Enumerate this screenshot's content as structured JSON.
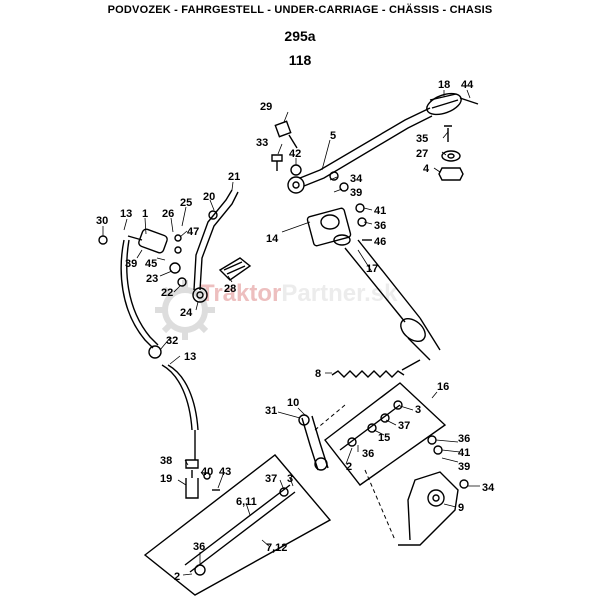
{
  "header": {
    "title": "PODVOZEK - FAHRGESTELL - UNDER-CARRIAGE - CHÄSSIS - CHASIS"
  },
  "codes": {
    "group": "295a",
    "page": "118"
  },
  "watermark": {
    "part1": "Traktor",
    "part2": "Partner.sk"
  },
  "labels": {
    "l18": "18",
    "l44": "44",
    "l29": "29",
    "l5": "5",
    "l33": "33",
    "l42": "42",
    "l35": "35",
    "l27": "27",
    "l4": "4",
    "l34a": "34",
    "l39a": "39",
    "l21": "21",
    "l20": "20",
    "l25": "25",
    "l1": "1",
    "l13a": "13",
    "l26": "26",
    "l30": "30",
    "l47": "47",
    "l41a": "41",
    "l36a": "36",
    "l14": "14",
    "l46": "46",
    "l39b": "39",
    "l45": "45",
    "l23": "23",
    "l22": "22",
    "l28": "28",
    "l17": "17",
    "l24": "24",
    "l32": "32",
    "l13b": "13",
    "l8": "8",
    "l16": "16",
    "l31": "31",
    "l10": "10",
    "l3a": "3",
    "l37a": "37",
    "l15": "15",
    "l36b": "36",
    "l2a": "2",
    "l36c": "36",
    "l41b": "41",
    "l39c": "39",
    "l34b": "34",
    "l38": "38",
    "l40": "40",
    "l43": "43",
    "l19": "19",
    "l37b": "37",
    "l3b": "3",
    "l611": "6,11",
    "l9": "9",
    "l712": "7,12",
    "l36d": "36",
    "l2b": "2"
  }
}
